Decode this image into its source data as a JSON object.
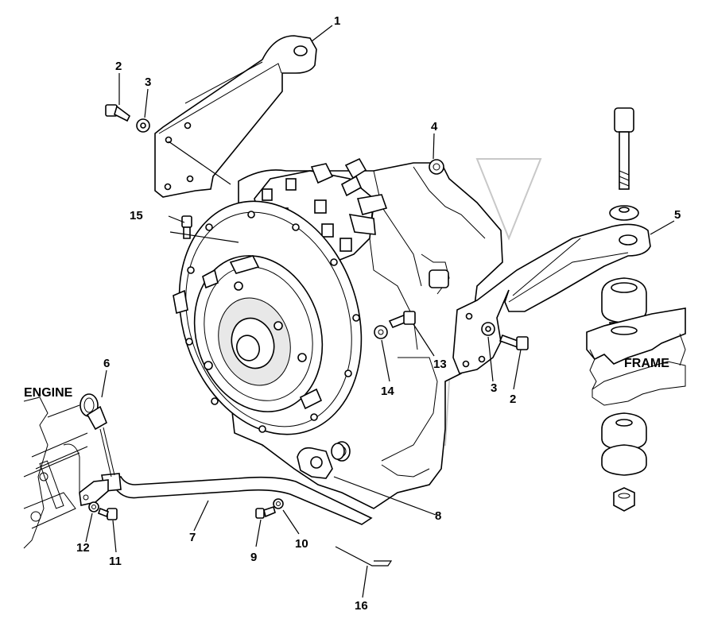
{
  "labels": {
    "engine": "ENGINE",
    "frame": "FRAME"
  },
  "callouts": {
    "c1": "1",
    "c2a": "2",
    "c3a": "3",
    "c4": "4",
    "c5": "5",
    "c6": "6",
    "c7": "7",
    "c8": "8",
    "c9": "9",
    "c10": "10",
    "c11": "11",
    "c12": "12",
    "c13": "13",
    "c14": "14",
    "c15": "15",
    "c16": "16",
    "c3b": "3",
    "c2b": "2"
  }
}
